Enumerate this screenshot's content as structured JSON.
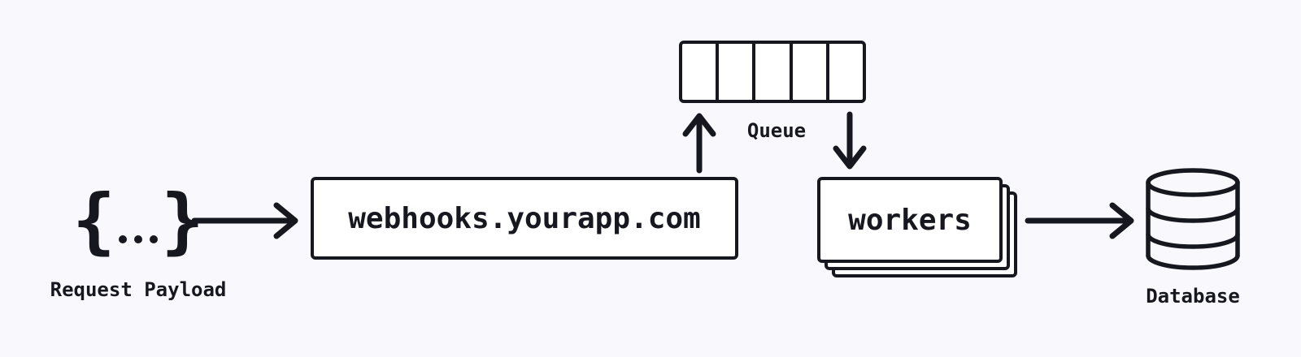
{
  "diagram": {
    "title": "webhook-queue-workers-architecture",
    "colors": {
      "ink": "#17171f",
      "bg": "#f9f9fd",
      "fill": "#ffffff"
    },
    "payload": {
      "brace_left": "{",
      "brace_right": "}",
      "ellipsis_dots": 3,
      "label": "Request Payload"
    },
    "webhooks": {
      "label": "webhooks.yourapp.com"
    },
    "queue": {
      "label": "Queue",
      "cells": 5
    },
    "workers": {
      "label": "workers",
      "stack_count": 3
    },
    "database": {
      "label": "Database"
    },
    "arrows": [
      "payload-to-webhooks",
      "webhooks-to-queue",
      "queue-to-workers",
      "workers-to-database"
    ]
  }
}
